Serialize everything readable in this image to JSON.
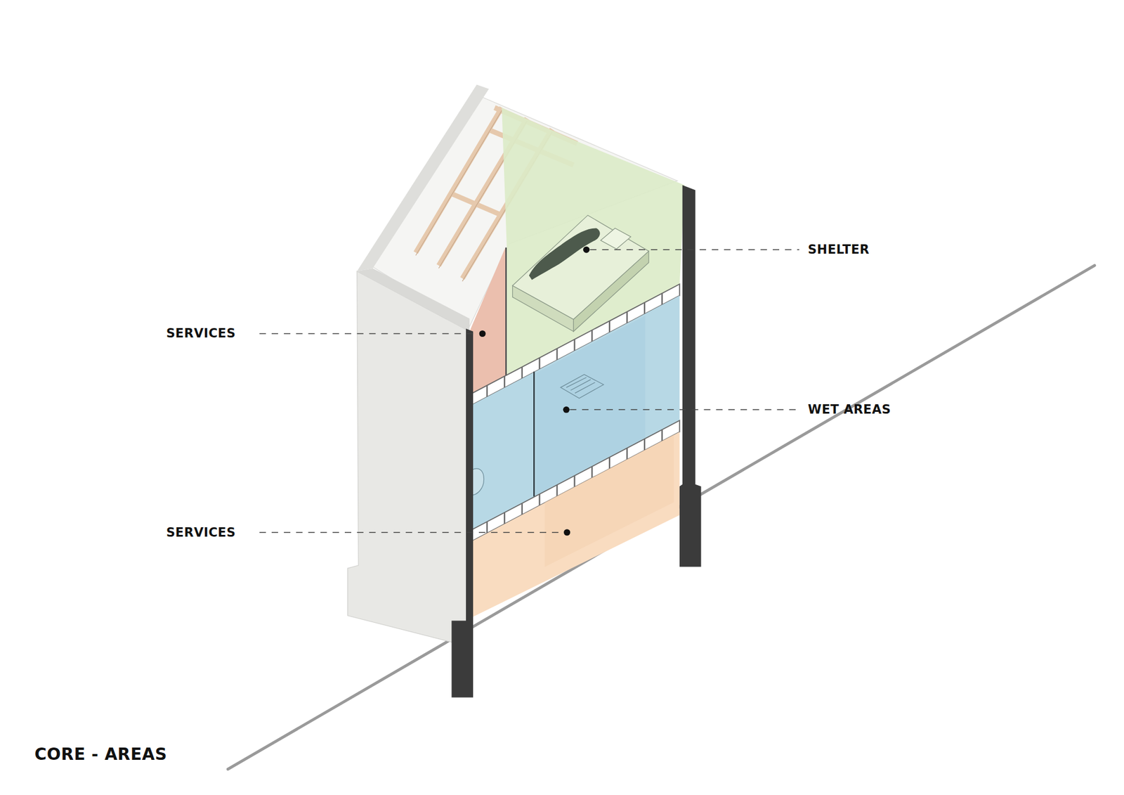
{
  "diagram": {
    "title": "CORE - AREAS",
    "labels": [
      "SHELTER",
      "SERVICES",
      "WET AREAS",
      "SERVICES"
    ]
  }
}
